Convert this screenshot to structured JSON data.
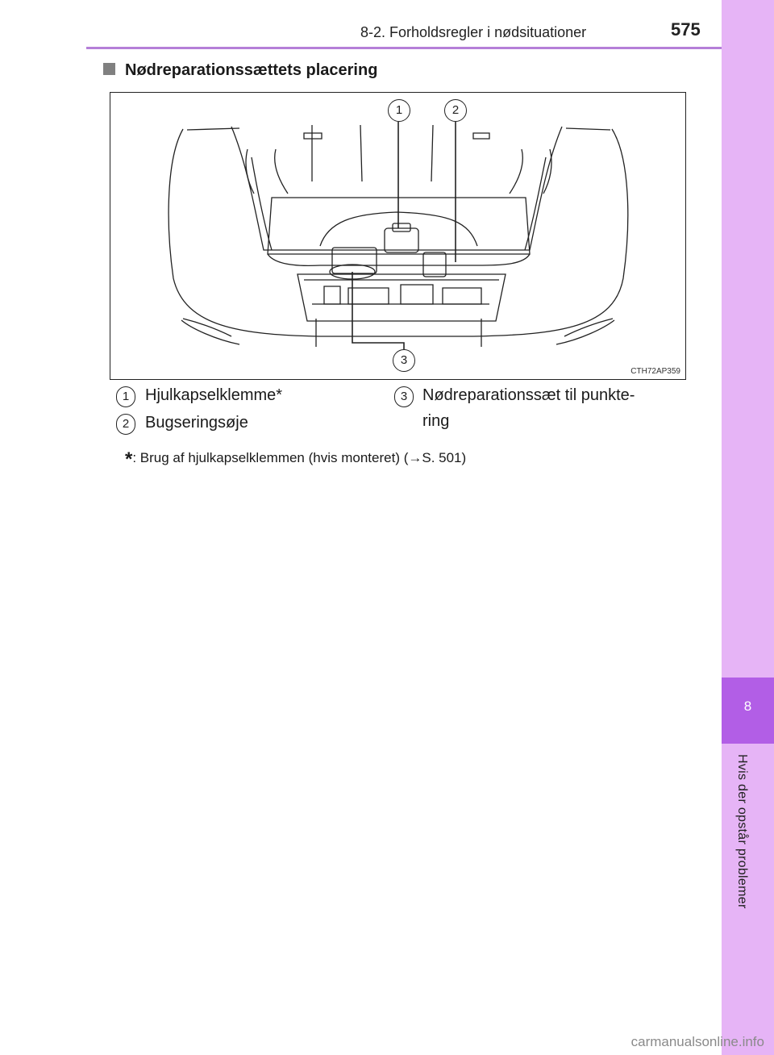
{
  "header": {
    "section_title": "8-2. Forholdsregler i nødsituationer",
    "page_number": "575"
  },
  "side_tab": {
    "chapter_number": "8",
    "chapter_title": "Hvis der opstår problemer"
  },
  "heading": "Nødreparationssættets placering",
  "figure": {
    "code": "CTH72AP359",
    "callouts": [
      "1",
      "2",
      "3"
    ]
  },
  "legend": [
    {
      "num": "1",
      "label": "Hjulkapselklemme*"
    },
    {
      "num": "2",
      "label": "Bugseringsøje"
    },
    {
      "num": "3",
      "label_line1": "Nødreparationssæt til punkte-",
      "label_line2": "ring"
    }
  ],
  "footnote": {
    "star": "*",
    "text": ": Brug af hjulkapselklemmen (hvis monteret) (→S. 501)"
  },
  "watermark": "carmanualsonline.info",
  "colors": {
    "accent_light": "#e6b4f6",
    "accent_dark": "#b25ee6",
    "header_line": "#b57fd8"
  }
}
